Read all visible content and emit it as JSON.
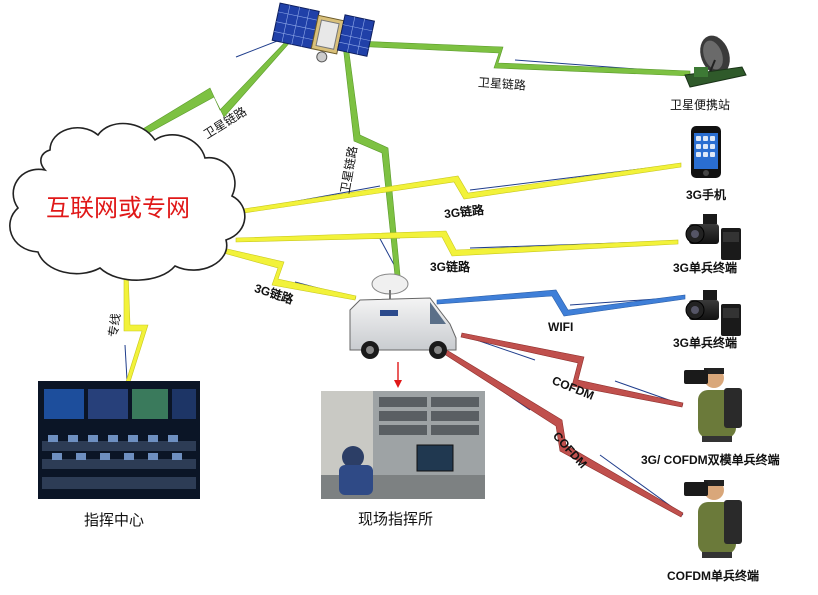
{
  "cloud": {
    "label": "互联网或专网"
  },
  "nodes": {
    "satellite_station": "卫星便携站",
    "phone_3g": "3G手机",
    "terminal_3g_1": "3G单兵终端",
    "terminal_3g_2": "3G单兵终端",
    "dual_mode_terminal": "3G/ COFDM双模单兵终端",
    "cofdm_terminal": "COFDM单兵终端",
    "command_center": "指挥中心",
    "field_command": "现场指挥所"
  },
  "links": {
    "sat_cloud": "卫星链路",
    "sat_station": "卫星链路",
    "sat_van": "卫星链路",
    "cloud_phone": "3G链路",
    "cloud_term1": "3G链路",
    "cloud_van": "3G链路",
    "van_wifi": "WIFI",
    "van_cofdm1": "COFDM",
    "van_cofdm2": "COFDM",
    "dedicated": "专线"
  },
  "colors": {
    "satellite_link": "#7dc142",
    "g3_link": "#f2f23a",
    "wifi_link": "#3f7fd8",
    "cofdm_link": "#c0504d",
    "thin_line": "#1f3d8c",
    "cloud_text": "#e01818"
  }
}
